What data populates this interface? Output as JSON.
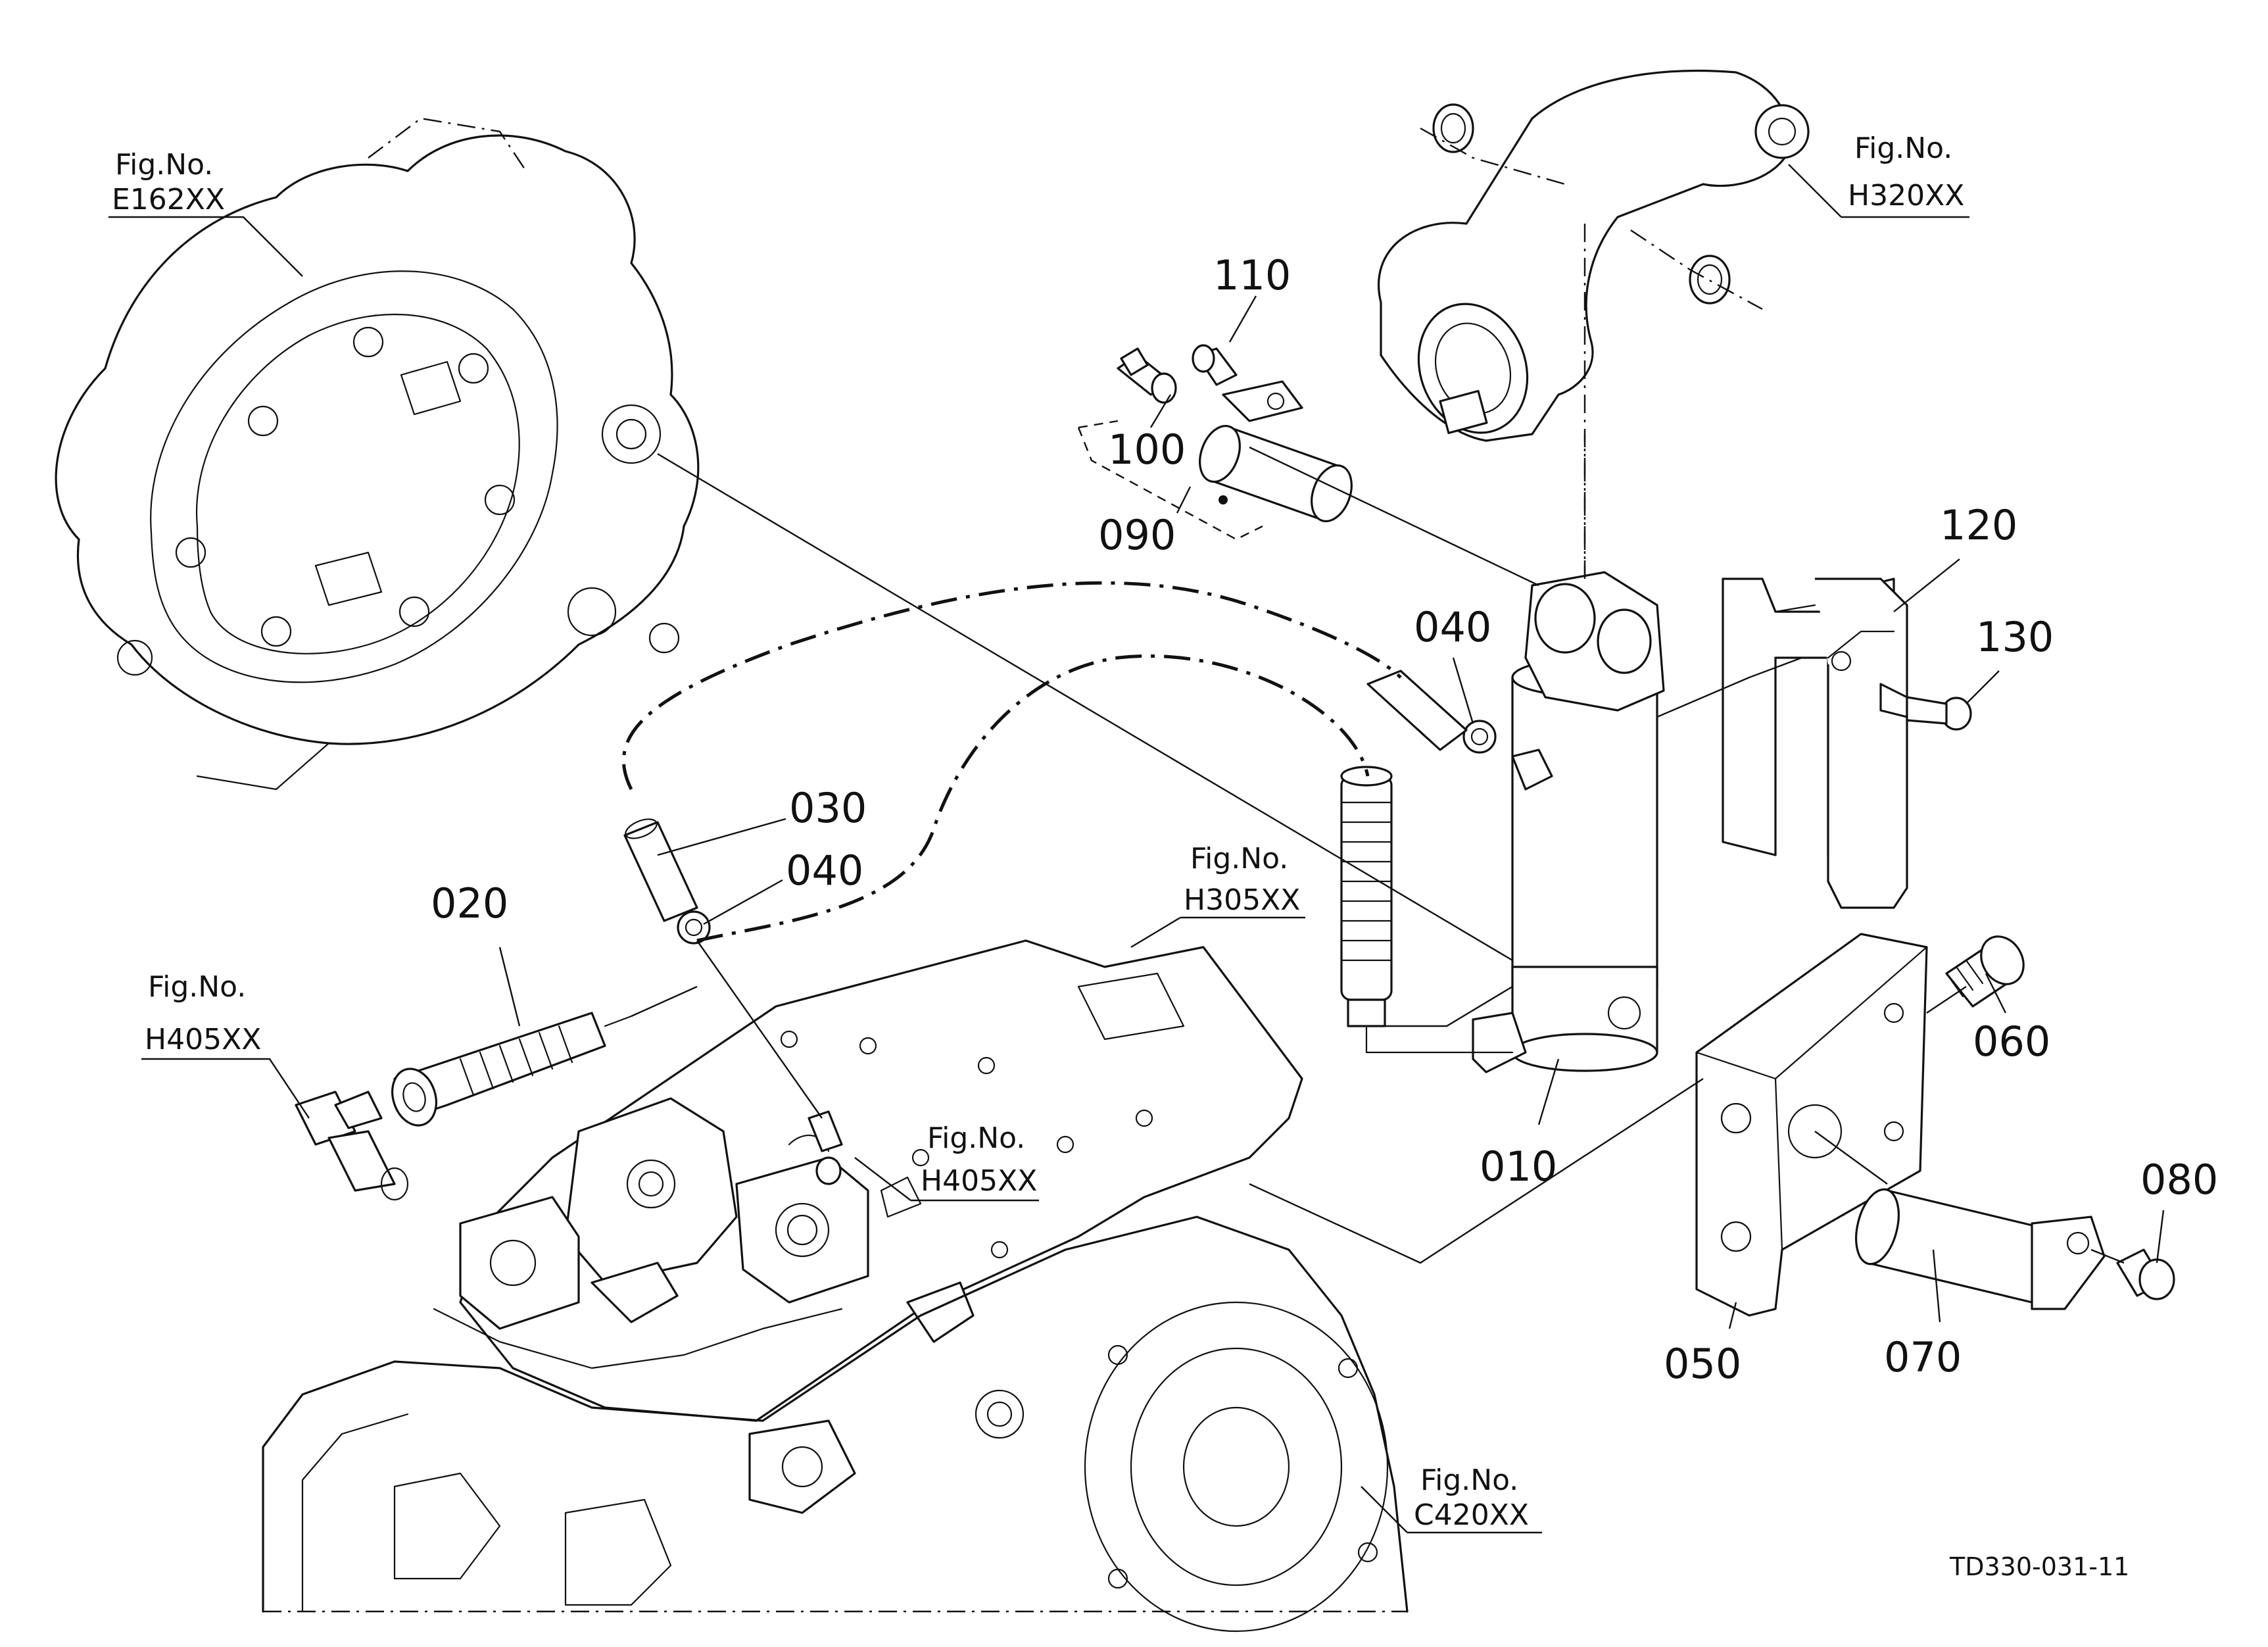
{
  "callouts": {
    "p010": "010",
    "p020": "020",
    "p030": "030",
    "p040a": "040",
    "p040b": "040",
    "p050": "050",
    "p060": "060",
    "p070": "070",
    "p080": "080",
    "p090": "090",
    "p100": "100",
    "p110": "110",
    "p120": "120",
    "p130": "130"
  },
  "figure_refs": {
    "e162": {
      "line1": "Fig.No.",
      "line2": "E162XX"
    },
    "h320": {
      "line1": "Fig.No.",
      "line2": "H320XX"
    },
    "h305": {
      "line1": "Fig.No.",
      "line2": "H305XX"
    },
    "h405_left": {
      "line1": "Fig.No.",
      "line2": "H405XX"
    },
    "h405_center": {
      "line1": "Fig.No.",
      "line2": "H405XX"
    },
    "c420": {
      "line1": "Fig.No.",
      "line2": "C420XX"
    }
  },
  "document_id": "TD330-031-11"
}
